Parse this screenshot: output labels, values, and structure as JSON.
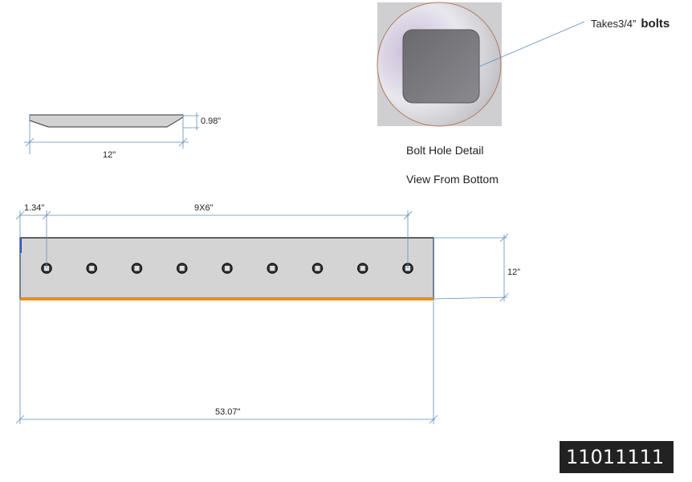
{
  "side_view": {
    "thickness_label": "0.98”",
    "width_label": "12\""
  },
  "bolt_detail": {
    "callout": "Takes3/4”",
    "callout_bold": "bolts",
    "title": "Bolt Hole Detail",
    "subtitle": "View From Bottom"
  },
  "plate": {
    "edge_offset_label": "1.34\"",
    "hole_spacing_label": "9X6\"",
    "height_label": "12”",
    "length_label": "53.07\"",
    "hole_count": 9
  },
  "part_number": "11011111",
  "colors": {
    "cutting_edge": "#f08a1c",
    "plate": "#d4d4d4",
    "dimension": "#5b8ec0"
  }
}
